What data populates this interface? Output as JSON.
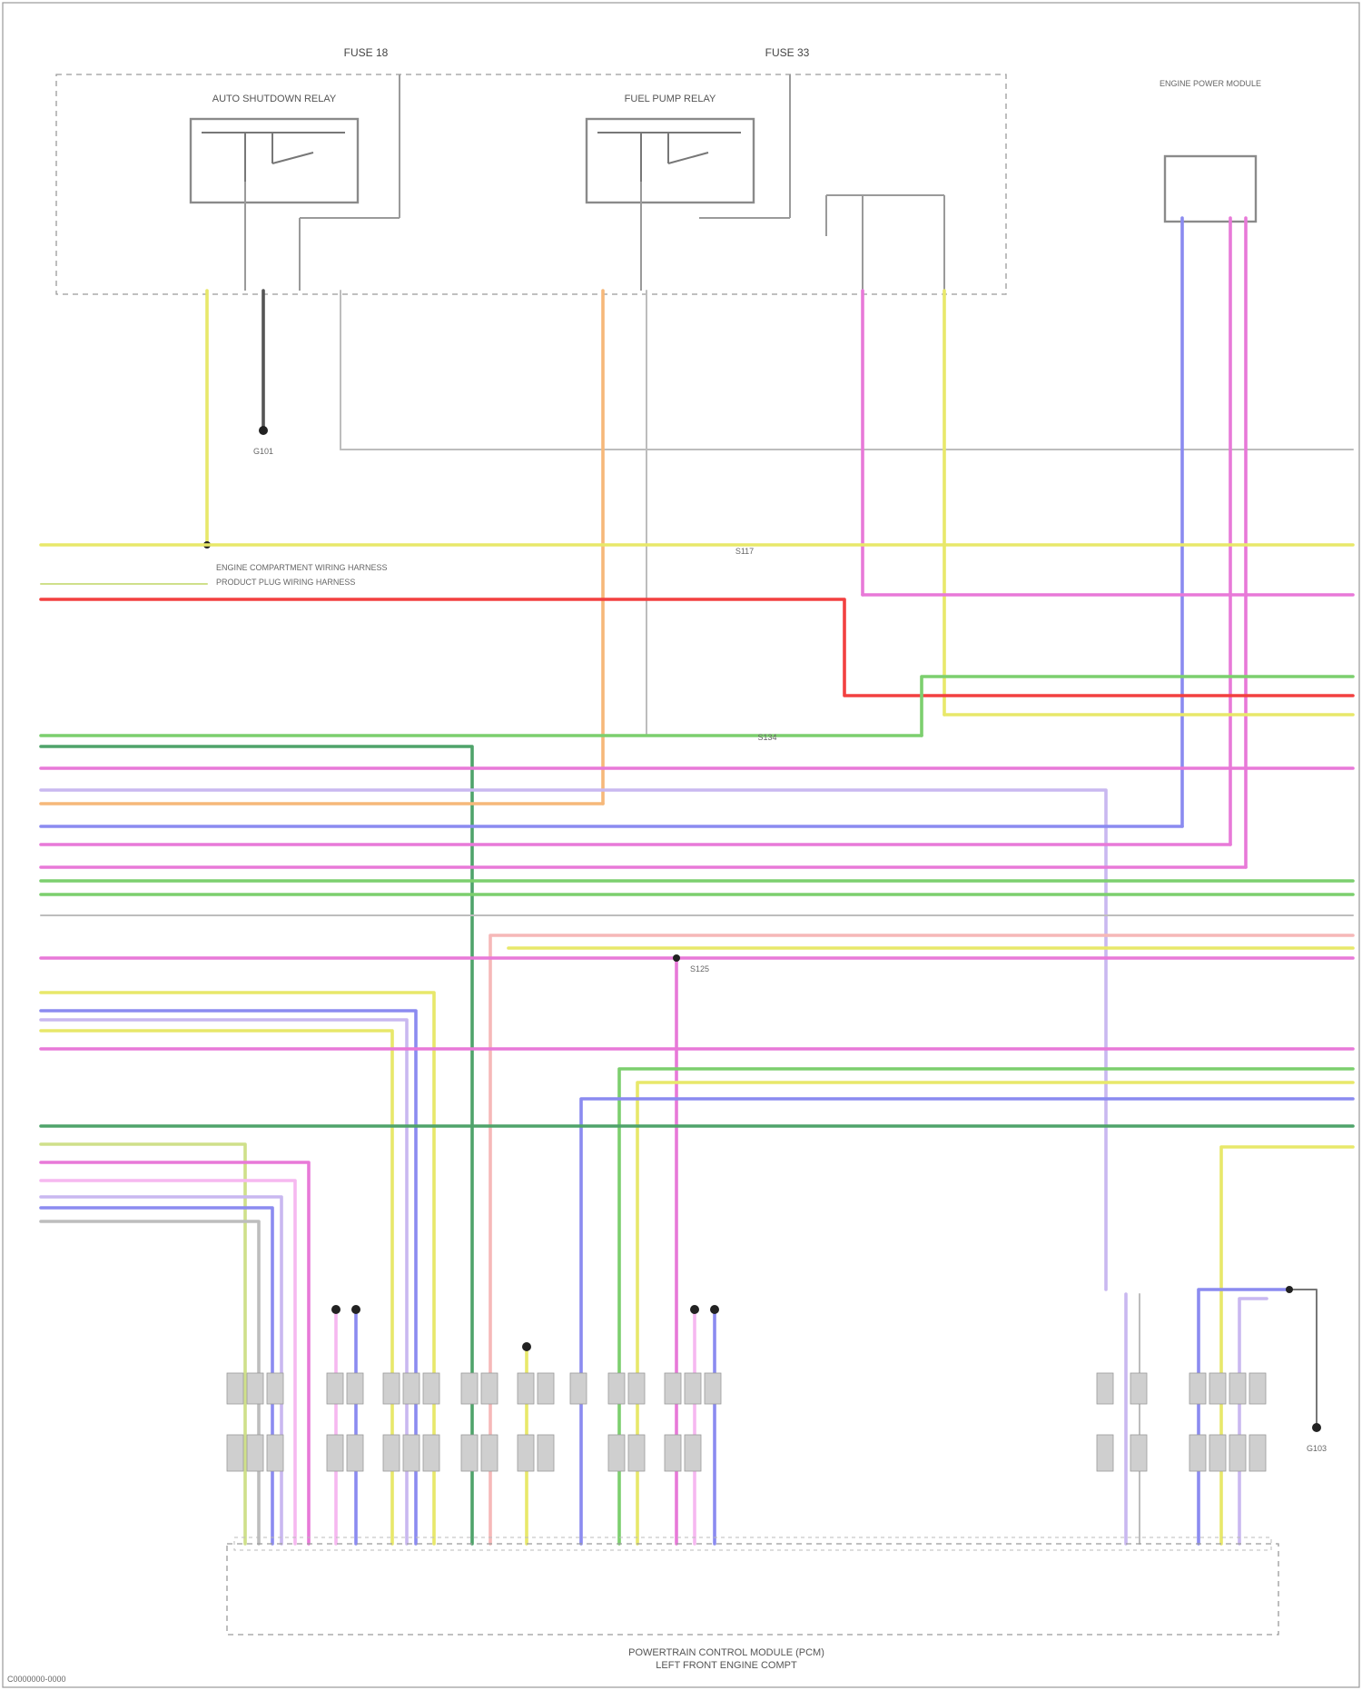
{
  "diagram": {
    "title": "",
    "footer_code": "C0000000-0000",
    "bottom_caption_line1": "POWERTRAIN CONTROL MODULE (PCM)",
    "bottom_caption_line2": "LEFT FRONT ENGINE COMPT",
    "fuse_label_1": "FUSE 18",
    "fuse_label_2": "FUSE 33",
    "relay_1": "AUTO SHUTDOWN RELAY",
    "relay_2": "FUEL PUMP RELAY",
    "module_right": "ENGINE POWER MODULE",
    "ground_1": "G101",
    "ground_2": "G103",
    "splice_1": "S117",
    "splice_2": "S134",
    "splice_3": "S125",
    "note_1": "ENGINE COMPARTMENT WIRING HARNESS",
    "note_2": "PRODUCT PLUG WIRING HARNESS",
    "colors": {
      "green": "#7ccf6e",
      "dark_green": "#4fa36a",
      "red": "#f24040",
      "pink": "#e879d8",
      "violet": "#8b8bf0",
      "yellow": "#e8e86a",
      "orange": "#f6b87a",
      "gray": "#bdbdbd",
      "lavender": "#c9b8f0",
      "light_green": "#cfe08a"
    }
  }
}
